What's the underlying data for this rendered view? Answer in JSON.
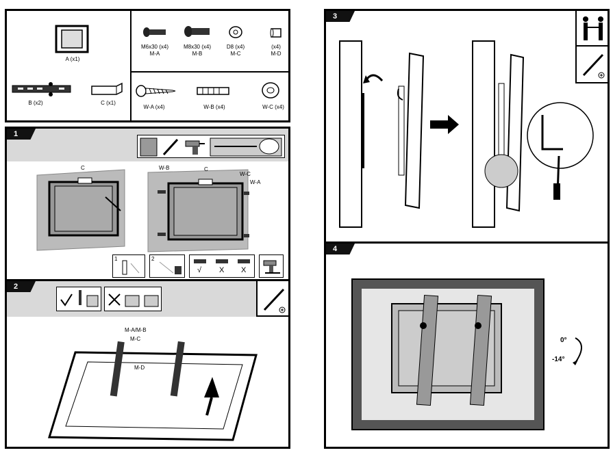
{
  "parts": {
    "a": "A (x1)",
    "b": "B (x2)",
    "c": "C (x1)",
    "ma_size": "M6x30 (x4)",
    "ma_code": "M-A",
    "mb_size": "M8x30 (x4)",
    "mb_code": "M-B",
    "mc_size": "D8 (x4)",
    "mc_code": "M-C",
    "md_size": "(x4)",
    "md_code": "M-D",
    "wa": "W-A (x4)",
    "wb": "W-B (x4)",
    "wc": "W-C (x4)"
  },
  "step1": {
    "num": "1",
    "label_c": "C",
    "label_wb": "W-B",
    "label_c2": "C",
    "label_wc": "W-C",
    "label_wa": "W-A",
    "sub1": "1",
    "sub2": "2",
    "check": "√",
    "cross1": "X",
    "cross2": "X"
  },
  "step2": {
    "num": "2",
    "label_mamb": "M-A/M-B",
    "label_mc": "M-C",
    "label_md": "M-D"
  },
  "step3": {
    "num": "3"
  },
  "step4": {
    "num": "4",
    "tilt_top": "0°",
    "tilt_bottom": "-14°"
  }
}
